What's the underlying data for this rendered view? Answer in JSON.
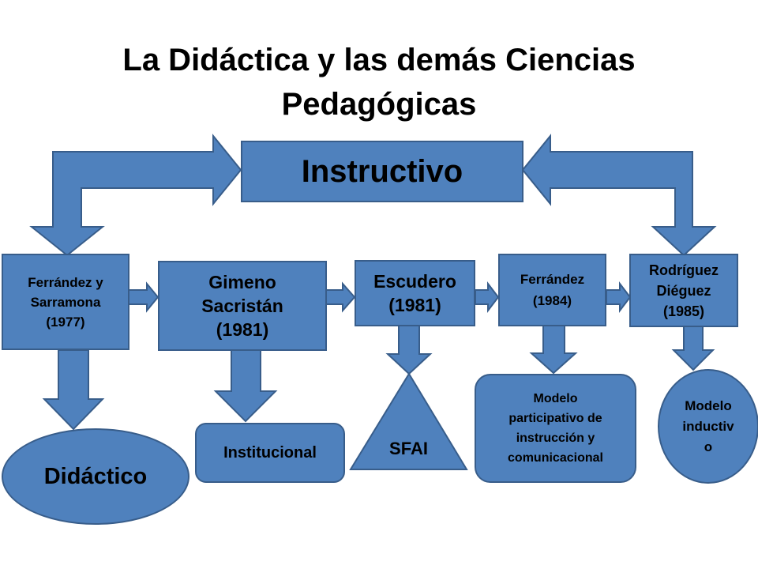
{
  "title": {
    "line1": "La Didáctica y las demás Ciencias",
    "line2": "Pedagógicas"
  },
  "top_node": {
    "label": "Instructivo"
  },
  "authors": [
    {
      "label": "Ferrández y\nSarramona\n(1977)"
    },
    {
      "label": "Gimeno\nSacristán\n(1981)"
    },
    {
      "label": "Escudero\n(1981)"
    },
    {
      "label": "Ferrández\n(1984)"
    },
    {
      "label": "Rodríguez\nDiéguez\n(1985)"
    }
  ],
  "models": [
    {
      "label": "Didáctico"
    },
    {
      "label": "Institucional"
    },
    {
      "label": "SFAI"
    },
    {
      "label": "Modelo\nparticipativo de\ninstrucción y\ncomunicacional"
    },
    {
      "label": "Modelo\ninductiv\no"
    }
  ],
  "colors": {
    "fill": "#4f81bd",
    "stroke": "#385d8a",
    "text": "#000000"
  }
}
